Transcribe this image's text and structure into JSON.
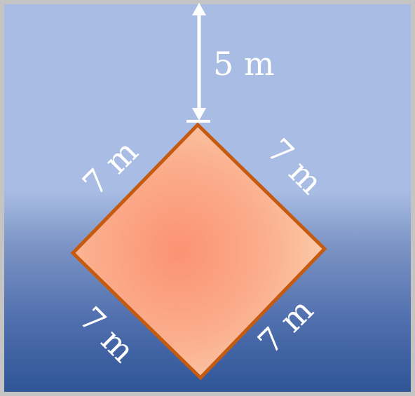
{
  "diagram": {
    "distance_label": "5 m",
    "side_labels": {
      "top_left": "7 m",
      "top_right": "7 m",
      "bottom_left": "7 m",
      "bottom_right": "7 m"
    }
  },
  "colors": {
    "frame": "#c4c4c4",
    "sky_top": "#a9bde4",
    "sky_bottom": "#2f5597",
    "square_fill_center": "#fb9272",
    "square_fill_edge": "#fbcfae",
    "square_stroke": "#c55a11",
    "annotation": "#ffffff"
  }
}
